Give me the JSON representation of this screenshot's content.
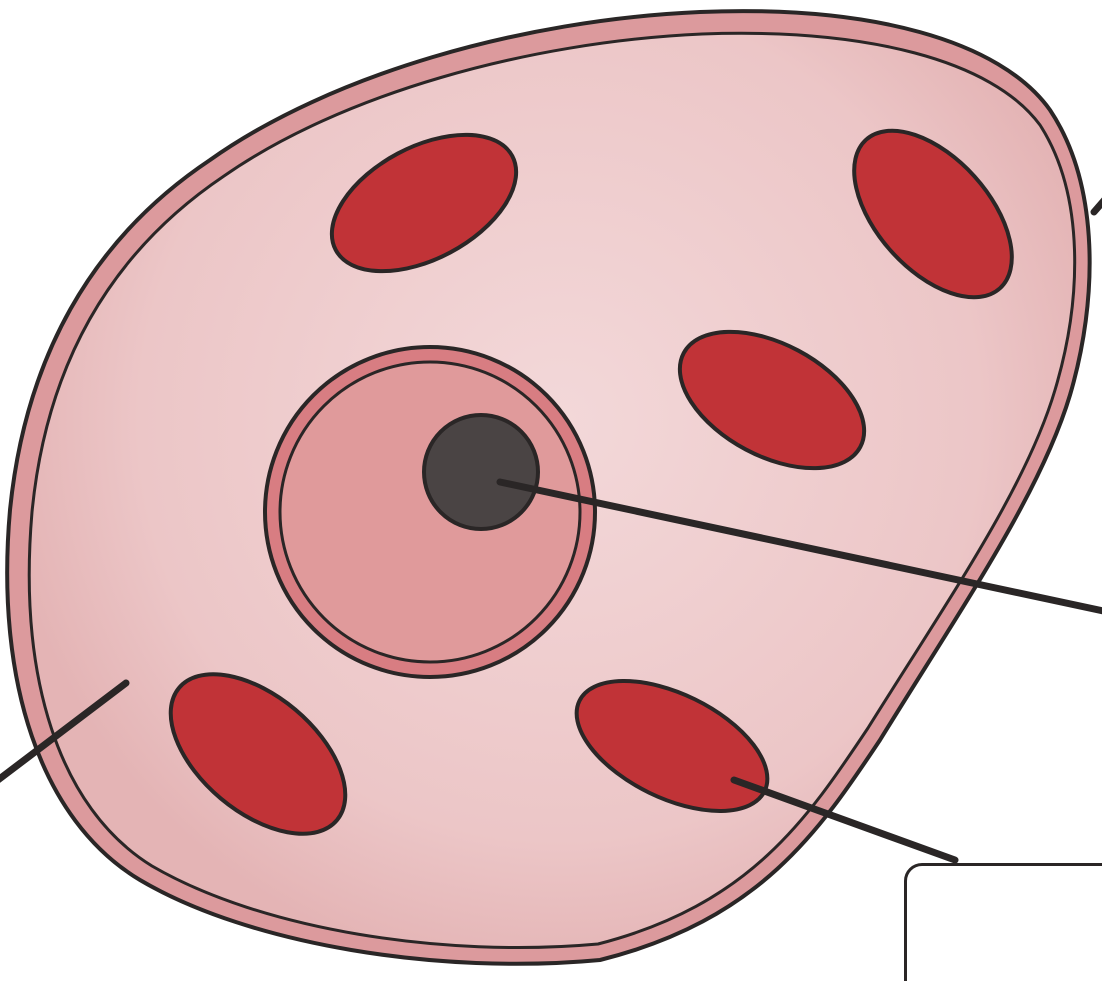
{
  "diagram": {
    "description_labels": [],
    "colors": {
      "outline": "#2a2626",
      "cell_wall": "#dc9a9d",
      "cytoplasm_center": "#f3d8d9",
      "cytoplasm_edge": "#e7b9ba",
      "nucleus_ring": "#d87d82",
      "nucleus": "#e09a9b",
      "nucleolus": "#4a4444",
      "organelle": "#c13337",
      "label_box": "#ffffff"
    },
    "parts": [
      {
        "name": "cell-wall",
        "icon": "cell-wall-outline"
      },
      {
        "name": "cytoplasm",
        "icon": "cytoplasm-region"
      },
      {
        "name": "nucleus",
        "icon": "nucleus-circle"
      },
      {
        "name": "nucleolus",
        "icon": "nucleolus-dot"
      },
      {
        "name": "organelle",
        "icon": "red-oval"
      }
    ],
    "label_box": {
      "text": ""
    }
  }
}
